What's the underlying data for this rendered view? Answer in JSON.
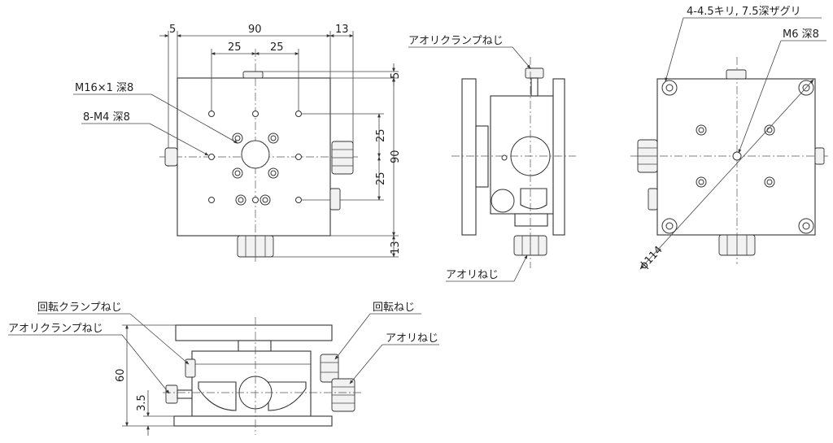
{
  "top_view": {
    "dims": {
      "w5": "5",
      "w90": "90",
      "w13": "13",
      "w25a": "25",
      "w25b": "25",
      "h5": "5",
      "h25a": "25",
      "h25b": "25",
      "h90": "90",
      "h13": "13"
    },
    "labels": {
      "m16": "M16×1 深8",
      "m4": "8-M4 深8"
    }
  },
  "side_view": {
    "labels": {
      "tilt_clamp": "アオリクランプねじ",
      "tilt_screw": "アオリねじ"
    }
  },
  "bottom_view": {
    "labels": {
      "holes": "4-4.5キリ, 7.5深ザグリ",
      "m6": "M6 深8",
      "dia": "ϕ114"
    }
  },
  "front_view": {
    "labels": {
      "rot_clamp": "回転クランプねじ",
      "tilt_clamp": "アオリクランプねじ",
      "rot_screw": "回転ねじ",
      "tilt_screw": "アオリねじ"
    },
    "dims": {
      "h60": "60",
      "h35": "3.5"
    }
  }
}
